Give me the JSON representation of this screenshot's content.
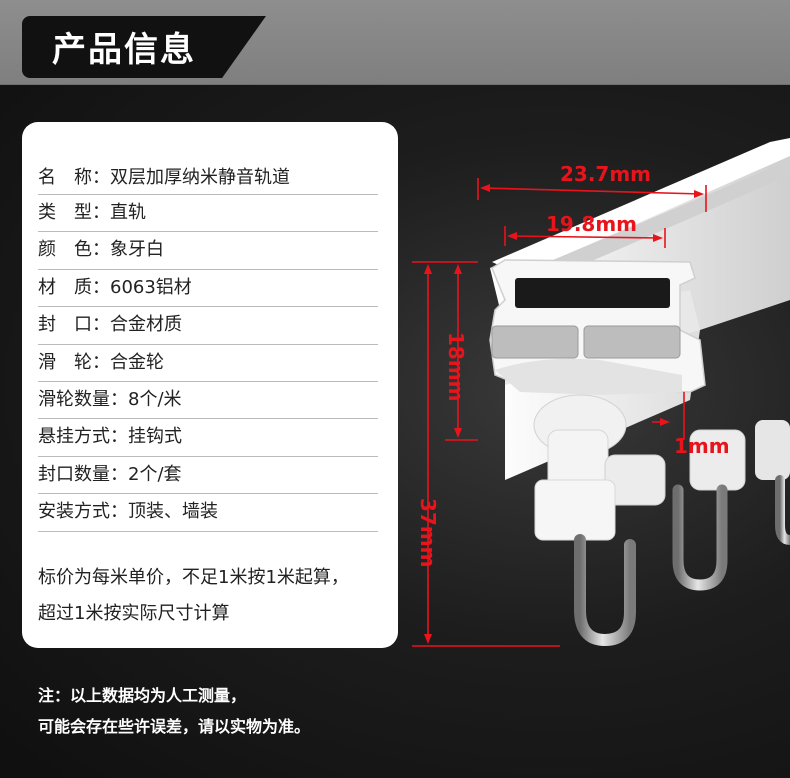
{
  "header": {
    "title": "产品信息"
  },
  "specs": [
    {
      "label": "名　称：",
      "value": "双层加厚纳米静音轨道"
    },
    {
      "label": "类　型：",
      "value": "直轨"
    },
    {
      "label": "颜　色：",
      "value": "象牙白"
    },
    {
      "label": "材　质：",
      "value": "6063铝材"
    },
    {
      "label": "封　口：",
      "value": "合金材质"
    },
    {
      "label": "滑　轮：",
      "value": "合金轮"
    },
    {
      "label": "滑轮数量：",
      "value": "8个/米"
    },
    {
      "label": "悬挂方式：",
      "value": "挂钩式"
    },
    {
      "label": "封口数量：",
      "value": "2个/套"
    },
    {
      "label": "安装方式：",
      "value": "顶装、墙装"
    }
  ],
  "card_note": {
    "line1": "标价为每米单价，不足1米按1米起算，",
    "line2": "超过1米按实际尺寸计算"
  },
  "footer": {
    "line1": "注：以上数据均为人工测量，",
    "line2": "可能会存在些许误差，请以实物为准。"
  },
  "dimensions": {
    "width_outer": "23.7mm",
    "width_inner": "19.8mm",
    "height_upper": "18mm",
    "height_total": "37mm",
    "lip": "1mm"
  },
  "colors": {
    "dimension": "#e8141c",
    "header_bar": "#858585",
    "tag": "#111111"
  }
}
